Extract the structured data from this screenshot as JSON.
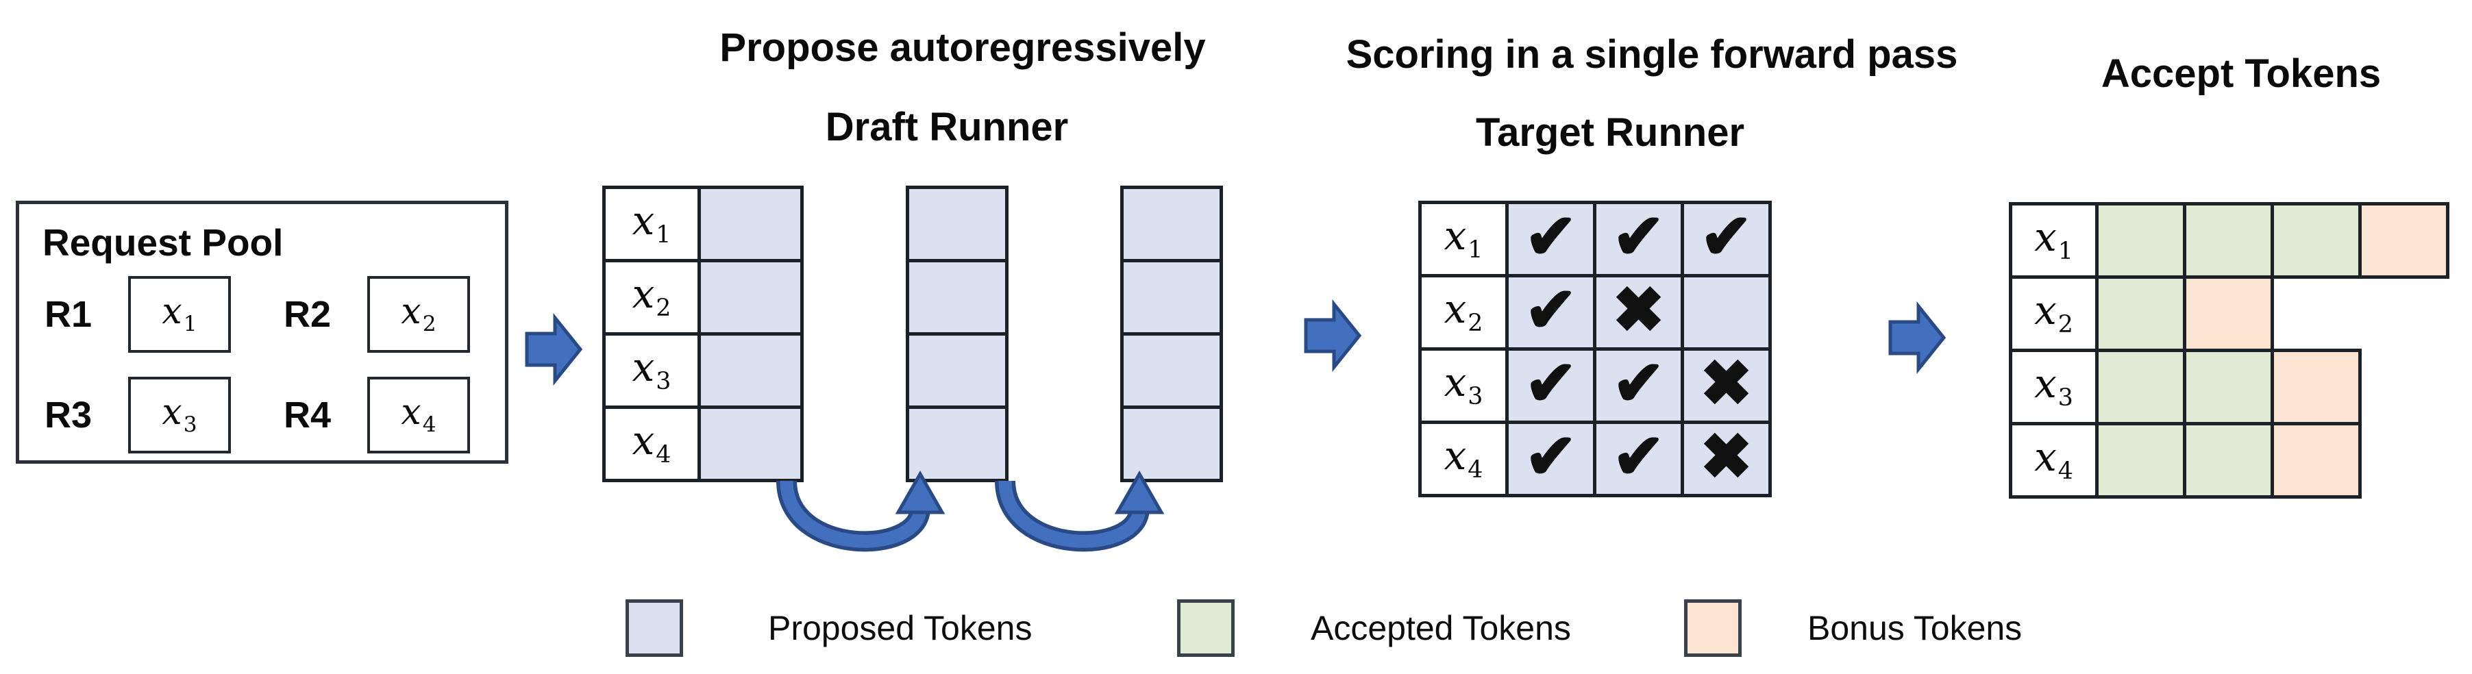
{
  "titles": {
    "propose": "Propose autoregressively",
    "draft": "Draft Runner",
    "scoring": "Scoring in a single forward pass",
    "target": "Target Runner",
    "accept": "Accept Tokens"
  },
  "tokens": [
    {
      "base": "x",
      "sub": "1"
    },
    {
      "base": "x",
      "sub": "2"
    },
    {
      "base": "x",
      "sub": "3"
    },
    {
      "base": "x",
      "sub": "4"
    }
  ],
  "request_pool": {
    "title": "Request Pool",
    "ids": [
      "R1",
      "R2",
      "R3",
      "R4"
    ]
  },
  "draft_runner": {
    "steps": 3,
    "rows": 4
  },
  "target_runner": {
    "scores": [
      [
        "✔",
        "✔",
        "✔"
      ],
      [
        "✔",
        "✖",
        ""
      ],
      [
        "✔",
        "✔",
        "✖"
      ],
      [
        "✔",
        "✔",
        "✖"
      ]
    ]
  },
  "accept_tokens": {
    "rows": [
      [
        "accepted",
        "accepted",
        "accepted",
        "bonus"
      ],
      [
        "accepted",
        "bonus"
      ],
      [
        "accepted",
        "accepted",
        "bonus"
      ],
      [
        "accepted",
        "accepted",
        "bonus"
      ]
    ]
  },
  "legend": [
    {
      "type": "proposed",
      "label": "Proposed Tokens"
    },
    {
      "type": "accepted",
      "label": "Accepted Tokens"
    },
    {
      "type": "bonus",
      "label": "Bonus Tokens"
    }
  ],
  "colors": {
    "proposed": "#dbe1f0",
    "accepted": "#dfe9d3",
    "bonus": "#fae4d1",
    "arrow": "#4270bf",
    "arrow_edge": "#2a4a85"
  }
}
